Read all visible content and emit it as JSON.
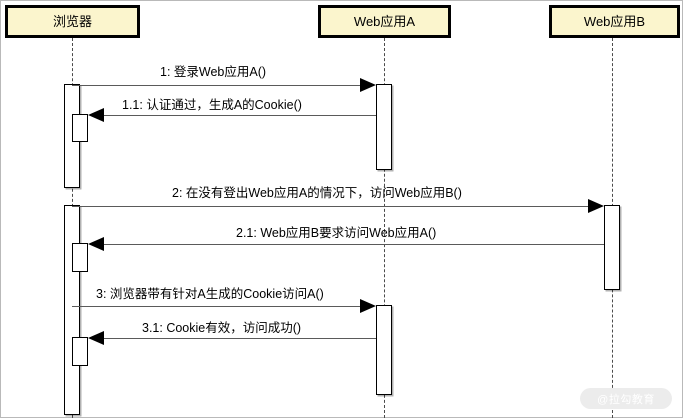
{
  "diagram": {
    "type": "uml-sequence-diagram",
    "title": "",
    "colors": {
      "participant_fill": "#fbf5cd",
      "participant_border": "#000000",
      "lifeline": "#4b4b4b",
      "message_line": "#5a5a5a",
      "activation_fill": "#ffffff",
      "canvas": "#ffffff"
    },
    "participants": [
      {
        "id": "browser",
        "label": "浏览器"
      },
      {
        "id": "appA",
        "label": "Web应用A"
      },
      {
        "id": "appB",
        "label": "Web应用B"
      }
    ],
    "messages": [
      {
        "seq": "1",
        "label": "1: 登录Web应用A()",
        "from": "browser",
        "to": "appA",
        "direction": "right"
      },
      {
        "seq": "1.1",
        "label": "1.1: 认证通过，生成A的Cookie()",
        "from": "appA",
        "to": "browser",
        "direction": "left"
      },
      {
        "seq": "2",
        "label": "2: 在没有登出Web应用A的情况下，访问Web应用B()",
        "from": "browser",
        "to": "appB",
        "direction": "right"
      },
      {
        "seq": "2.1",
        "label": "2.1: Web应用B要求访问Web应用A()",
        "from": "appB",
        "to": "browser",
        "direction": "left"
      },
      {
        "seq": "3",
        "label": "3: 浏览器带有针对A生成的Cookie访问A()",
        "from": "browser",
        "to": "appA",
        "direction": "right"
      },
      {
        "seq": "3.1",
        "label": "3.1: Cookie有效，访问成功()",
        "from": "appA",
        "to": "browser",
        "direction": "left"
      }
    ],
    "watermark": {
      "text": "@拉勾教育"
    }
  }
}
